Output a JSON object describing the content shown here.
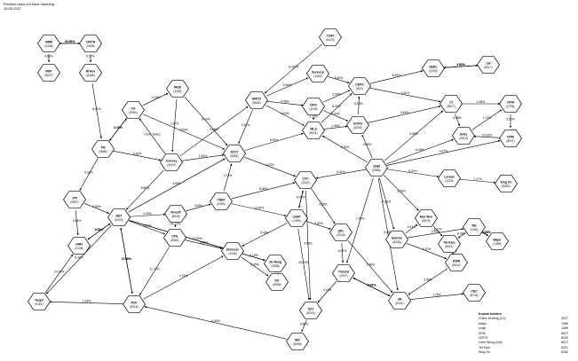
{
  "header": {
    "title": "Position does not have meaning",
    "date": "15.05.2017"
  },
  "nodes": [
    {
      "id": "nrm",
      "name": "NRM",
      "code": "(6108)"
    },
    {
      "id": "cwyh",
      "name": "CWYH",
      "code": "(0648)"
    },
    {
      "id": "rkp",
      "name": "RKP",
      "code": "(8037)"
    },
    {
      "id": "irr",
      "name": "IR Res",
      "code": "(8186)"
    },
    {
      "id": "cdfi",
      "name": "CDFI",
      "code": "(8120)"
    },
    {
      "id": "hkei",
      "name": "HKEI",
      "code": "(1082)"
    },
    {
      "id": "cg",
      "name": "CG",
      "code": "(0904)"
    },
    {
      "id": "tm",
      "name": "TM",
      "code": "(3886)"
    },
    {
      "id": "convoy",
      "name": "Convoy",
      "code": "(1019)"
    },
    {
      "id": "amco",
      "name": "AMCO",
      "code": "(8630)"
    },
    {
      "id": "iicct",
      "name": "IICCT",
      "code": "(8081)"
    },
    {
      "id": "suncorp",
      "name": "Suncorp",
      "code": "(1063)"
    },
    {
      "id": "cifg",
      "name": "CIFG",
      "code": "(1226)"
    },
    {
      "id": "wls",
      "name": "WLS",
      "code": "(8021)"
    },
    {
      "id": "gcpg",
      "name": "GCPG",
      "code": "(8193)"
    },
    {
      "id": "ceps",
      "name": "CEPS",
      "code": "(802)"
    },
    {
      "id": "seec",
      "name": "SEEC",
      "code": "(0205)"
    },
    {
      "id": "lw",
      "name": "LW",
      "code": "(8217)"
    },
    {
      "id": "ci",
      "name": "CI",
      "code": "(8027)"
    },
    {
      "id": "cpih",
      "name": "CPIH",
      "code": "(0736)"
    },
    {
      "id": "kpm",
      "name": "KPM",
      "code": "(8027)"
    },
    {
      "id": "unity",
      "name": "Unity",
      "code": "(0913)"
    },
    {
      "id": "ceei",
      "name": "CEEI",
      "code": "(0986)"
    },
    {
      "id": "lerado",
      "name": "Lerado",
      "code": "(1225)"
    },
    {
      "id": "singon",
      "name": "Sing On",
      "code": "(8352)"
    },
    {
      "id": "jyf",
      "name": "JYF",
      "code": "(0897)"
    },
    {
      "id": "get",
      "name": "GET",
      "code": "(8100)"
    },
    {
      "id": "finsoft",
      "name": "Finsoft",
      "code": "(8018)"
    },
    {
      "id": "cnef",
      "name": "CNEF",
      "code": "(0080)"
    },
    {
      "id": "cvc",
      "name": "CVC",
      "code": "(2324)"
    },
    {
      "id": "leap",
      "name": "LEAP",
      "code": "(1499)"
    },
    {
      "id": "cpil",
      "name": "CPIL",
      "code": "(8361)"
    },
    {
      "id": "universe",
      "name": "Universe",
      "code": "(1046)"
    },
    {
      "id": "jiurong",
      "name": "Jiu Rong",
      "code": "(2358)"
    },
    {
      "id": "dx",
      "name": "DX",
      "code": "(8086)"
    },
    {
      "id": "qpl",
      "name": "QPL",
      "code": "(0243)"
    },
    {
      "id": "haowen",
      "name": "Hao Wen",
      "code": "(8019)"
    },
    {
      "id": "sunrise",
      "name": "Sunrise",
      "code": "(8226)"
    },
    {
      "id": "ms",
      "name": "MS",
      "code": "(1150)"
    },
    {
      "id": "taikam",
      "name": "Tai Kam",
      "code": "(8321)"
    },
    {
      "id": "major",
      "name": "Major",
      "code": "(1389)"
    },
    {
      "id": "kwn",
      "name": "KWN",
      "code": "(8411)"
    },
    {
      "id": "umh",
      "name": "UMH",
      "code": "(2138)"
    },
    {
      "id": "target",
      "name": "Target",
      "code": "(6161)"
    },
    {
      "id": "pcf",
      "name": "PCF",
      "code": "(8215)"
    },
    {
      "id": "time2u",
      "name": "Time2U",
      "code": "(1027)"
    },
    {
      "id": "jm",
      "name": "JM",
      "code": "(8101)"
    },
    {
      "id": "sst",
      "name": "SST",
      "code": "(8200)"
    },
    {
      "id": "wd",
      "name": "WD",
      "code": "(8269)"
    },
    {
      "id": "cnc",
      "name": "CNC",
      "code": "(8745)"
    }
  ],
  "edge_labels": [
    "11.86%",
    "36.96%",
    "4.89%",
    "5.17%",
    "10.82%",
    "4.40%",
    "1.44%",
    "8.51%",
    "4.41%",
    "Conv. Notes",
    "1.83%",
    "1.07%",
    "8.03%",
    "1.94%",
    "4.45%",
    "1.93%",
    "2.73%",
    "8.46%",
    "4.43%",
    "1.46%",
    "3.50%",
    "6.03%",
    "8.92%",
    "1.82%",
    "4.58%",
    "2.87%",
    "5.08%",
    "1.72%",
    "3.10%",
    "18.06%",
    "1.38%",
    "9.85%",
    "6.45%",
    "8.20%",
    "7.17%",
    "0.65%",
    "5.26%",
    "5.51%",
    "4.03%",
    "8.80%",
    "5.33%",
    "3.96%",
    "4.24%",
    "8.30%",
    "3.00%",
    "0.55%",
    "2.73%",
    "3.21%",
    "9.39%",
    "12.38%",
    "1.48%",
    "26.13%",
    "10.80%",
    "11.66%",
    "8.99%",
    "2.50%",
    "4.86%",
    "5.40%",
    "6.05%",
    "4.16%",
    "6.09%",
    "3.26%",
    "4.28%",
    "2.20%",
    "3.20%",
    "18.86%",
    "6.38%",
    "8.10%",
    "3.58%",
    "8.68%",
    "3.11%",
    "9.85%",
    "6.90%",
    "1.63%",
    "10.00%",
    "8.80%",
    "1.91%",
    "9.19%",
    "11.73%",
    "25.50%",
    "4.56%",
    "1.76%",
    "5.49%",
    "3.07%",
    "8.36%",
    "7.29%",
    "4.67%",
    "3.64%",
    "8.20%",
    "8.46%",
    "8.09%",
    "9.64%",
    "3.53%",
    "5.35%",
    "4.65%",
    "8.08%",
    "2.84%",
    "3.01%",
    "1.38%",
    "0.41%"
  ],
  "legend": {
    "title": "Known holders",
    "rows": [
      {
        "name": "China Jicheng (CJ)",
        "code": "3317"
      },
      {
        "name": "Major",
        "code": "1389"
      },
      {
        "name": "Leap",
        "code": "1499"
      },
      {
        "name": "KPM",
        "code": "8027"
      },
      {
        "name": "GCPG",
        "code": "8193"
      },
      {
        "name": "Luen Wong (LW)",
        "code": "8217"
      },
      {
        "name": "Tai Kam",
        "code": "8321"
      },
      {
        "name": "Sing On",
        "code": "8352"
      }
    ]
  }
}
